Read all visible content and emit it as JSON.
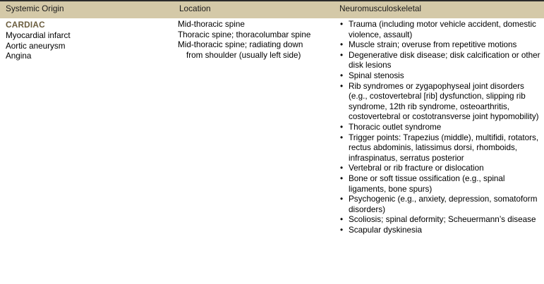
{
  "table": {
    "headers": {
      "col1": "Systemic Origin",
      "col2": "Location",
      "col3": "Neuromusculoskeletal"
    },
    "group_label": "CARDIAC",
    "colors": {
      "header_band": "#d4c9a8",
      "group_label": "#6b5d3e",
      "text": "#000000",
      "page_background": "#ffffff",
      "top_rule": "#2b2b2b"
    },
    "systemic_origin": [
      "Myocardial infarct",
      "Aortic aneurysm",
      "Angina"
    ],
    "location": [
      {
        "text": "Mid-thoracic spine",
        "continuation": false
      },
      {
        "text": "Thoracic spine; thoracolumbar spine",
        "continuation": false
      },
      {
        "text": "Mid-thoracic spine; radiating down",
        "continuation": false
      },
      {
        "text": "from shoulder (usually left side)",
        "continuation": true
      }
    ],
    "neuromusculoskeletal": [
      "Trauma (including motor vehicle accident, domestic violence, assault)",
      "Muscle strain; overuse from repetitive motions",
      "Degenerative disk disease; disk calcification or other disk lesions",
      "Spinal stenosis",
      "Rib syndromes or zygapophyseal joint disorders (e.g., costovertebral [rib] dysfunction, slipping rib syndrome, 12th rib syndrome, osteoarthritis, costovertebral or costotransverse joint hypomobility)",
      "Thoracic outlet syndrome",
      "Trigger points: Trapezius (middle), multifidi, rotators, rectus abdominis, latissimus dorsi, rhomboids, infraspinatus, serratus posterior",
      "Vertebral or rib fracture or dislocation",
      "Bone or soft tissue ossification (e.g., spinal ligaments, bone spurs)",
      "Psychogenic (e.g., anxiety, depression, somatoform disorders)",
      "Scoliosis; spinal deformity; Scheuermann’s disease",
      "Scapular dyskinesia"
    ],
    "bullet_glyph": "•"
  }
}
